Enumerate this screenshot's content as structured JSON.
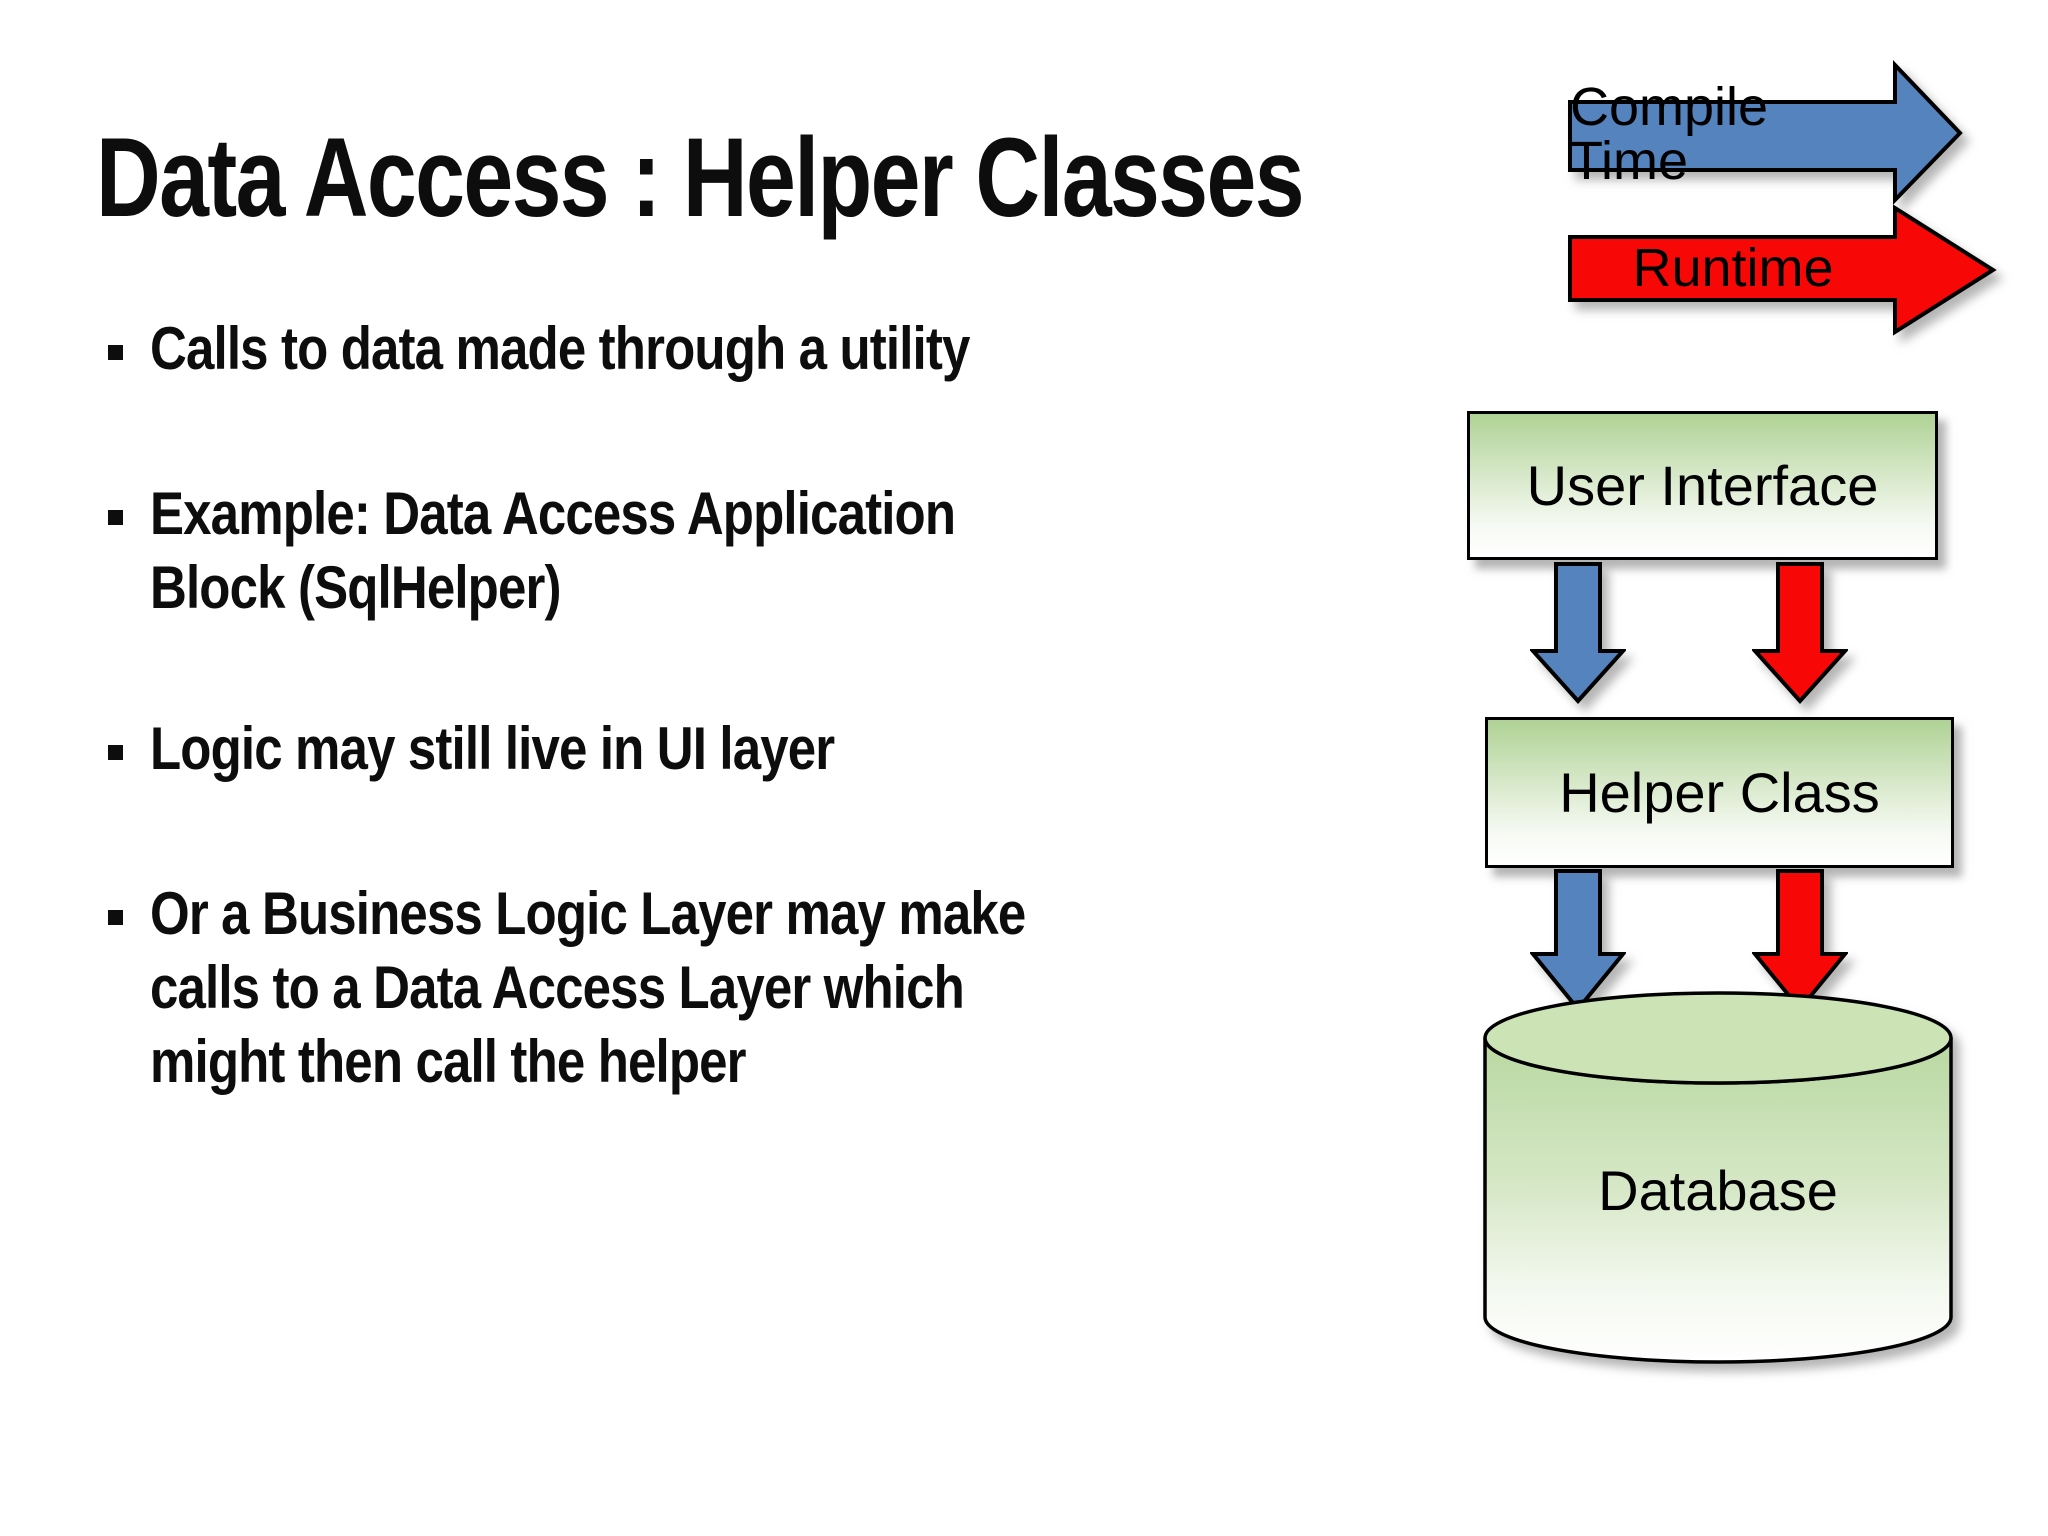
{
  "title": "Data Access : Helper Classes",
  "bullets": [
    "Calls to data made through a utility",
    "Example: Data Access Application\nBlock (SqlHelper)",
    "Logic may still live in UI layer",
    "Or a Business Logic Layer may make\ncalls to a Data Access Layer which\nmight then call the helper"
  ],
  "legend": {
    "compile_time": "Compile Time",
    "runtime": "Runtime"
  },
  "diagram": {
    "user_interface": "User Interface",
    "helper_class": "Helper Class",
    "database": "Database"
  },
  "colors": {
    "arrow_blue": "#5583bd",
    "arrow_red": "#f80707",
    "node_green": "#afd295"
  }
}
